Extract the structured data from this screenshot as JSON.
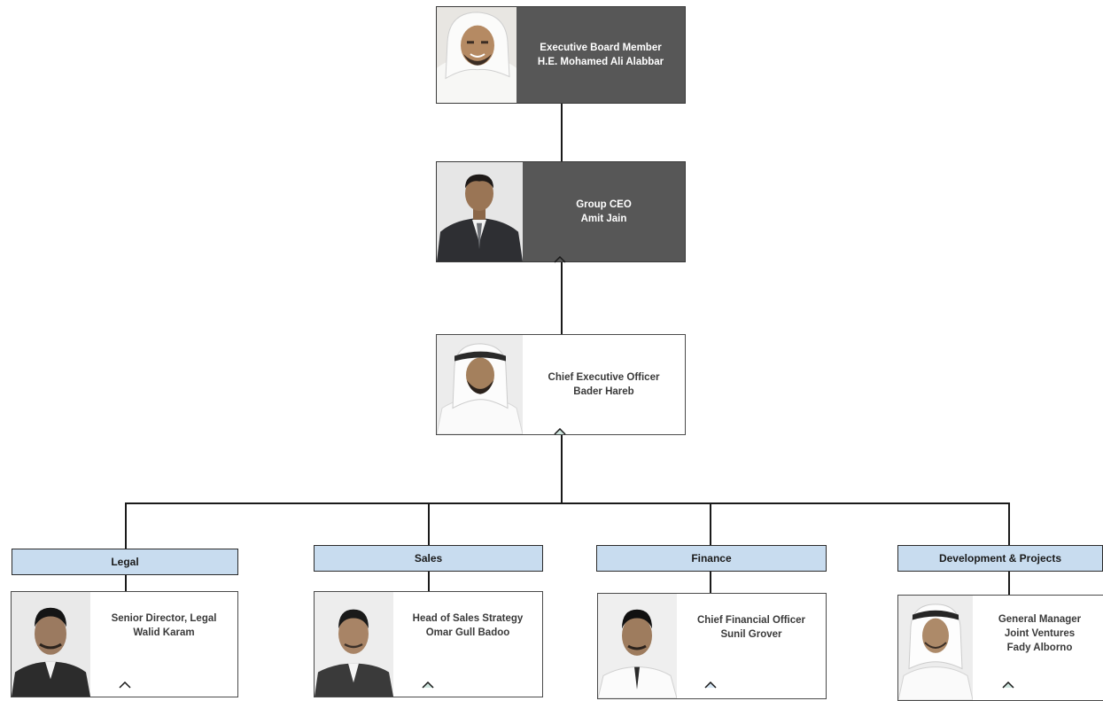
{
  "org_chart": {
    "board_member": {
      "line1": "Executive Board Member",
      "line2": "H.E. Mohamed Ali Alabbar"
    },
    "group_ceo": {
      "line1": "Group CEO",
      "line2": "Amit Jain"
    },
    "ceo": {
      "line1": "Chief Executive Officer",
      "line2": "Bader Hareb"
    },
    "departments": [
      {
        "name": "Legal",
        "line1": "Senior Director, Legal",
        "line2": "Walid Karam",
        "line3": ""
      },
      {
        "name": "Sales",
        "line1": "Head of Sales Strategy",
        "line2": "Omar Gull  Badoo",
        "line3": ""
      },
      {
        "name": "Finance",
        "line1": "Chief Financial Officer",
        "line2": "Sunil Grover",
        "line3": ""
      },
      {
        "name": "Development & Projects",
        "line1": "General Manager",
        "line2": "Joint Ventures",
        "line3": "Fady Alborno"
      }
    ]
  },
  "colors": {
    "dark_card": "#575757",
    "dept_fill": "#c8dcef",
    "connector": "#1a1a1a"
  }
}
